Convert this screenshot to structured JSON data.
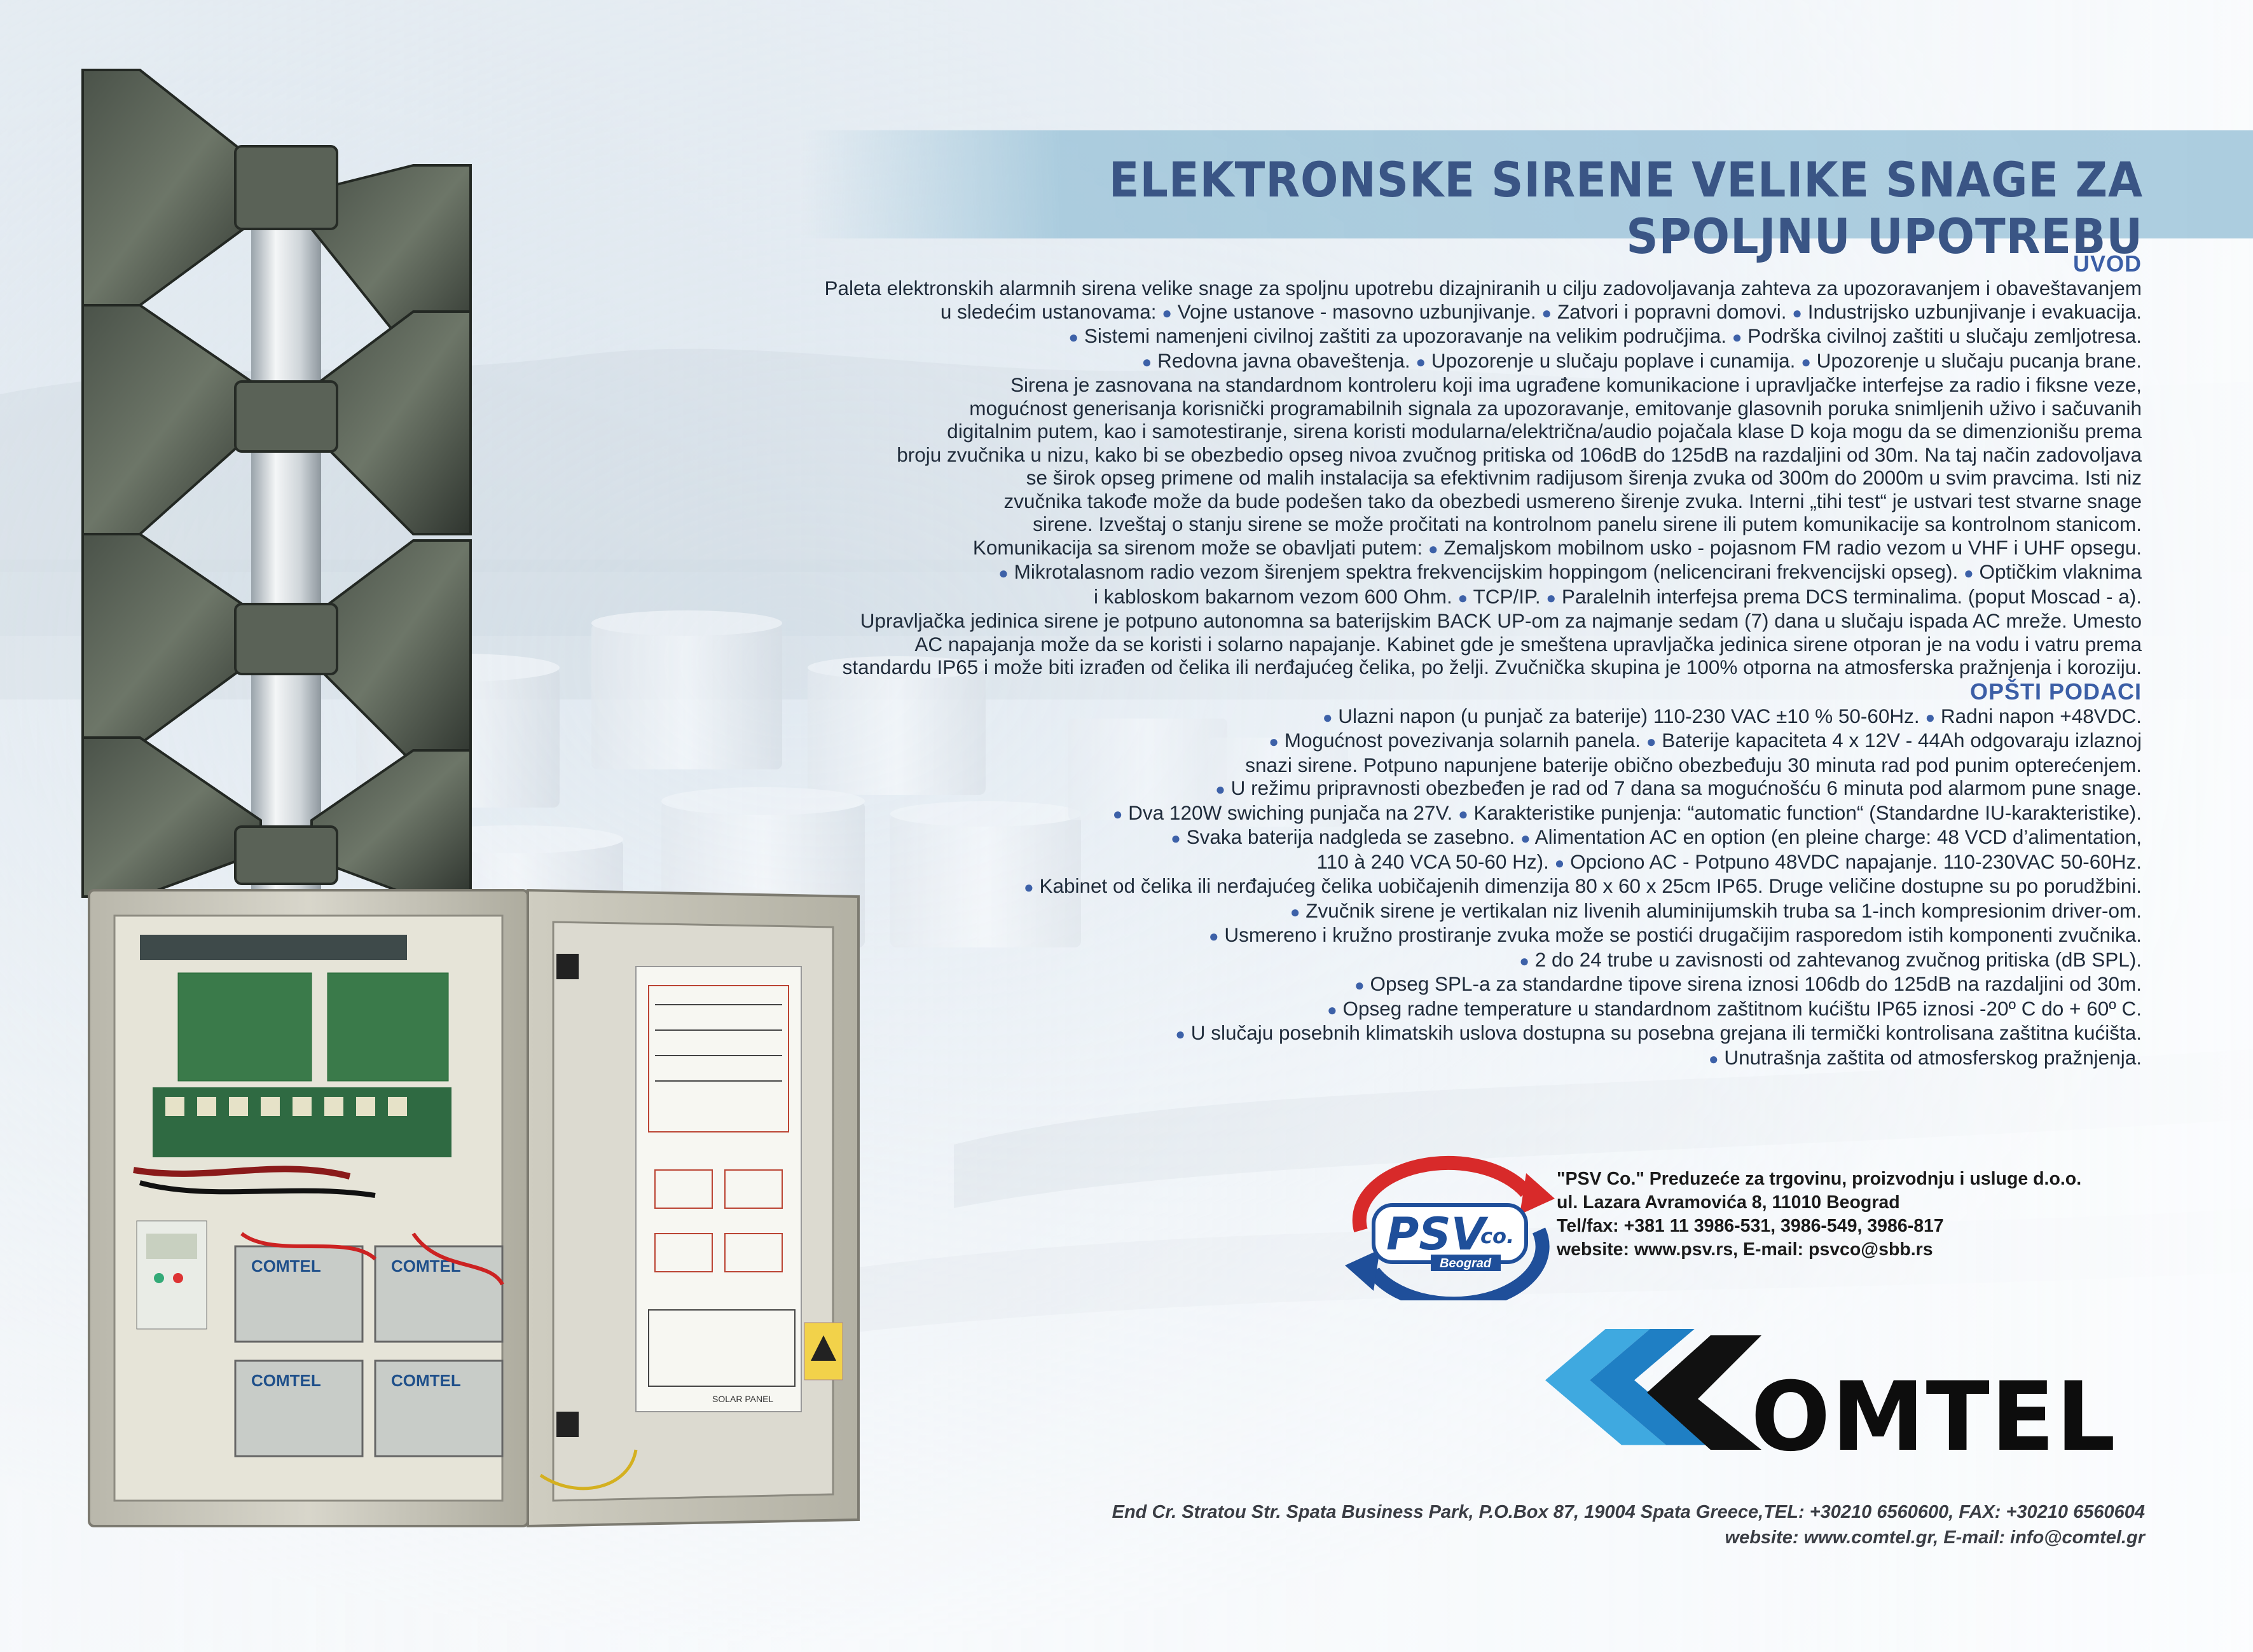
{
  "title": "ELEKTRONSKE SIRENE VELIKE SNAGE ZA SPOLJNU UPOTREBU",
  "sections": {
    "intro_heading": "UVOD",
    "general_heading": "OPŠTI PODACI"
  },
  "intro_lines": [
    "Paleta elektronskih alarmnih sirena velike snage za spoljnu upotrebu dizajniranih u cilju zadovoljavanja zahteva za upozoravanjem i obaveštavanjem",
    "u sledećim ustanovama:  • Vojne ustanove - masovno uzbunjivanje.  • Zatvori i popravni domovi.  • Industrijsko uzbunjivanje i evakuacija.",
    "• Sistemi namenjeni civilnoj zaštiti za upozoravanje na velikim područjima.  • Podrška civilnoj zaštiti u slučaju zemljotresa.",
    "• Redovna javna obaveštenja.  • Upozorenje u slučaju poplave i cunamija.  • Upozorenje u slučaju pucanja brane.",
    "Sirena je zasnovana na standardnom kontroleru koji ima ugrađene komunikacione i upravljačke interfejse za radio i fiksne veze,",
    "mogućnost generisanja korisnički programabilnih signala za upozoravanje, emitovanje glasovnih poruka snimljenih uživo i sačuvanih",
    "digitalnim putem, kao i samotestiranje, sirena koristi modularna/električna/audio pojačala klase D koja mogu da se dimenzionišu prema",
    "broju zvučnika u nizu, kako bi se obezbedio opseg nivoa zvučnog pritiska od 106dB do 125dB na razdaljini od 30m. Na taj način zadovoljava",
    "se širok opseg primene od malih instalacija sa efektivnim radijusom širenja zvuka od 300m do 2000m u svim pravcima. Isti niz",
    "zvučnika takođe može da bude podešen tako da obezbedi usmereno širenje zvuka. Interni „tihi test“ je ustvari test stvarne snage",
    "sirene. Izveštaj o stanju sirene se može pročitati na kontrolnom panelu sirene ili putem komunikacije sa kontrolnom stanicom.",
    "Komunikacija sa sirenom može se obavljati putem:  • Zemaljskom mobilnom usko - pojasnom FM radio vezom u VHF i UHF opsegu.",
    "• Mikrotalasnom radio vezom širenjem spektra frekvencijskim hoppingom (nelicencirani frekvencijski opseg).  • Optičkim vlaknima",
    "i kabloskom bakarnom vezom 600 Ohm.  • TCP/IP.  • Paralelnih interfejsa prema DCS terminalima. (poput Moscad - a).",
    "Upravljačka jedinica sirene je potpuno autonomna sa baterijskim BACK UP-om za najmanje sedam (7) dana u slučaju ispada AC mreže. Umesto",
    "AC napajanja može da se koristi i solarno napajanje. Kabinet gde je smeštena upravljačka jedinica sirene otporan je na vodu i vatru prema",
    "standardu IP65 i može biti izrađen od čelika ili nerđajućeg čelika, po želji. Zvučnička skupina je 100% otporna na atmosferska pražnjenja i koroziju."
  ],
  "general_lines": [
    "• Ulazni napon (u punjač za baterije) 110-230 VAC ±10 % 50-60Hz.  • Radni napon +48VDC.",
    "• Mogućnost povezivanja solarnih panela.  • Baterije kapaciteta 4 x 12V - 44Ah odgovaraju izlaznoj",
    "snazi sirene. Potpuno napunjene baterije obično obezbeđuju 30 minuta rad pod punim opterećenjem.",
    "• U režimu pripravnosti obezbeđen je rad od 7 dana sa mogućnošću 6 minuta pod alarmom pune snage.",
    "• Dva 120W swiching punjača na 27V.  • Karakteristike punjenja: “automatic function“ (Standardne IU-karakteristike).",
    "• Svaka baterija nadgleda se zasebno.  • Alimentation AC en option (en pleine charge: 48 VCD d’alimentation,",
    "110 à 240 VCA 50-60 Hz).  • Opciono AC - Potpuno 48VDC napajanje. 110-230VAC 50-60Hz.",
    "• Kabinet od čelika ili nerđajućeg čelika uobičajenih dimenzija 80 x 60 x 25cm IP65. Druge veličine dostupne su po porudžbini.",
    "• Zvučnik sirene je vertikalan niz livenih aluminijumskih truba sa 1-inch kompresionim driver-om.",
    "• Usmereno i kružno prostiranje zvuka može se postići drugačijim rasporedom istih komponenti zvučnika.",
    "• 2 do 24 trube u zavisnosti od zahtevanog zvučnog pritiska (dB SPL).",
    "• Opseg SPL-a za standardne tipove sirena iznosi 106db do 125dB na razdaljini od 30m.",
    "• Opseg radne temperature u standardnom zaštitnom kućištu IP65 iznosi -20º C do + 60º C.",
    "• U slučaju posebnih klimatskih uslova dostupna su posebna grejana ili termički kontrolisana zaštitna kućišta.",
    "• Unutrašnja zaštita od atmosferskog pražnjenja."
  ],
  "psv": {
    "logo_text": "PSV",
    "logo_co": "co.",
    "logo_city": "Beograd",
    "lines": [
      "\"PSV Co.\" Preduzeće za trgovinu, proizvodnju i usluge d.o.o.",
      "ul. Lazara Avramovića 8, 11010 Beograd",
      "Tel/fax: +381 11 3986-531, 3986-549, 3986-817",
      "website: www.psv.rs, E-mail: psvco@sbb.rs"
    ]
  },
  "comtel": {
    "logo_text": "OMTEL",
    "footer_lines": [
      "End Cr. Stratou Str. Spata Business Park, P.O.Box 87, 19004 Spata Greece,TEL: +30210 6560600, FAX: +30210 6560604",
      "website: www.comtel.gr, E-mail: info@comtel.gr"
    ]
  },
  "cabinet_labels": {
    "battery_brand": "COMTEL",
    "solar_panel": "SOLAR PANEL"
  },
  "colors": {
    "title": "#3a5585",
    "heading": "#3b5ea6",
    "comtel_blue": "#1f7fc4",
    "psv_red": "#d82a2a",
    "psv_blue": "#1f4f9a"
  }
}
